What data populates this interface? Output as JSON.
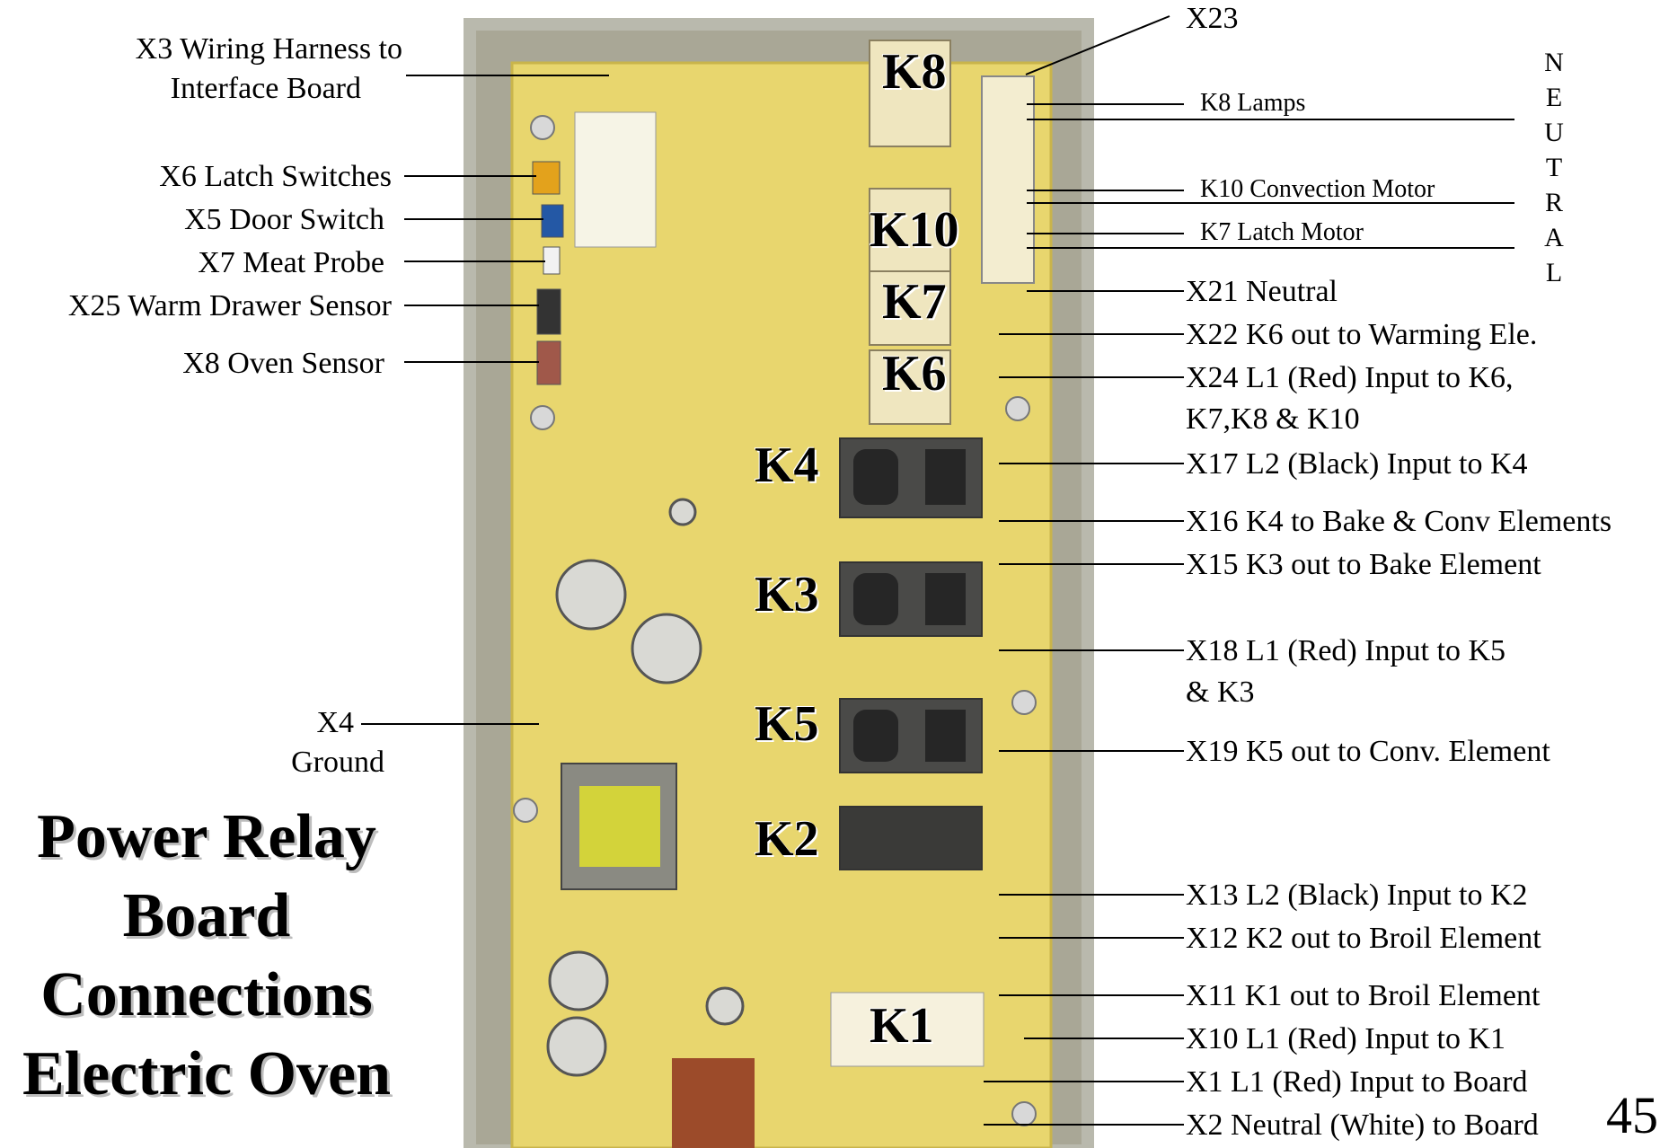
{
  "title_lines": [
    "Power Relay",
    "Board",
    "Connections",
    "Electric Oven"
  ],
  "page_number": "45",
  "neutral_vertical": [
    "N",
    "E",
    "U",
    "T",
    "R",
    "A",
    "L"
  ],
  "relays": [
    "K8",
    "K10",
    "K7",
    "K6",
    "K4",
    "K3",
    "K5",
    "K2",
    "K1"
  ],
  "left_labels": {
    "x3_line1": "X3 Wiring Harness to",
    "x3_line2": "Interface Board",
    "x6": "X6 Latch Switches",
    "x5": "X5 Door Switch",
    "x7": "X7 Meat Probe",
    "x25": "X25 Warm Drawer Sensor",
    "x8": "X8 Oven Sensor",
    "x4_line1": "X4",
    "x4_line2": "Ground"
  },
  "right_labels": {
    "x23": "X23",
    "k8_lamps": "K8      Lamps",
    "k10_conv": "K10   Convection Motor",
    "k7_latch": "K7      Latch Motor",
    "x21": "X21  Neutral",
    "x22": "X22  K6 out to Warming Ele.",
    "x24_line1": "X24  L1 (Red) Input to K6,",
    "x24_line2": "K7,K8 & K10",
    "x17": "X17  L2 (Black) Input to K4",
    "x16": "X16  K4 to Bake & Conv Elements",
    "x15": "X15  K3 out to Bake Element",
    "x18_line1": "X18  L1 (Red) Input to K5",
    "x18_line2": "& K3",
    "x19": "X19  K5 out to Conv. Element",
    "x13": "X13  L2 (Black) Input to K2",
    "x12": "X12  K2  out to Broil Element",
    "x11": "X11  K1 out to Broil Element",
    "x10": "X10  L1 (Red) Input to K1",
    "x1": "X1    L1 (Red) Input to Board",
    "x2": "X2   Neutral (White) to Board"
  }
}
